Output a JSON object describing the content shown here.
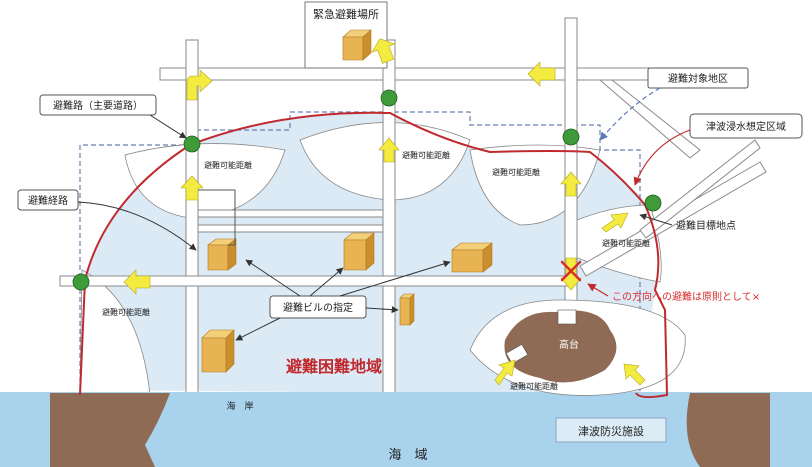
{
  "labels": {
    "emergency_shelter": "緊急避難場所",
    "evacuation_road": "避難路（主要道路）",
    "evacuation_route": "避難経路",
    "target_area": "避難対象地区",
    "tsunami_area": "津波浸水想定区域",
    "target_point": "避難目標地点",
    "building_designation": "避難ビルの指定",
    "direction_warning": "この方向への避難は原則として×",
    "difficult_area": "避難困難地域",
    "reachable_1": "避難可能距離",
    "reachable_2": "避難可能距離",
    "reachable_3": "避難可能距離",
    "reachable_4": "避難可能距離",
    "reachable_5": "避難可能距離",
    "reachable_6": "避難可能距離",
    "high_ground": "高台",
    "coast": "海　岸",
    "sea": "海　域",
    "tsunami_facility": "津波防災施設"
  },
  "colors": {
    "sea": "#a9d3ec",
    "inland_zone": "#dceaf6",
    "tsunami_line": "#c0292d",
    "road": "#ffffff",
    "road_edge": "#8a8a8a",
    "arrow": "#f3eb3f",
    "node": "#3f9b3a",
    "building": "#e8b353",
    "hill": "#8f6b55",
    "warning": "#d92c2c"
  }
}
